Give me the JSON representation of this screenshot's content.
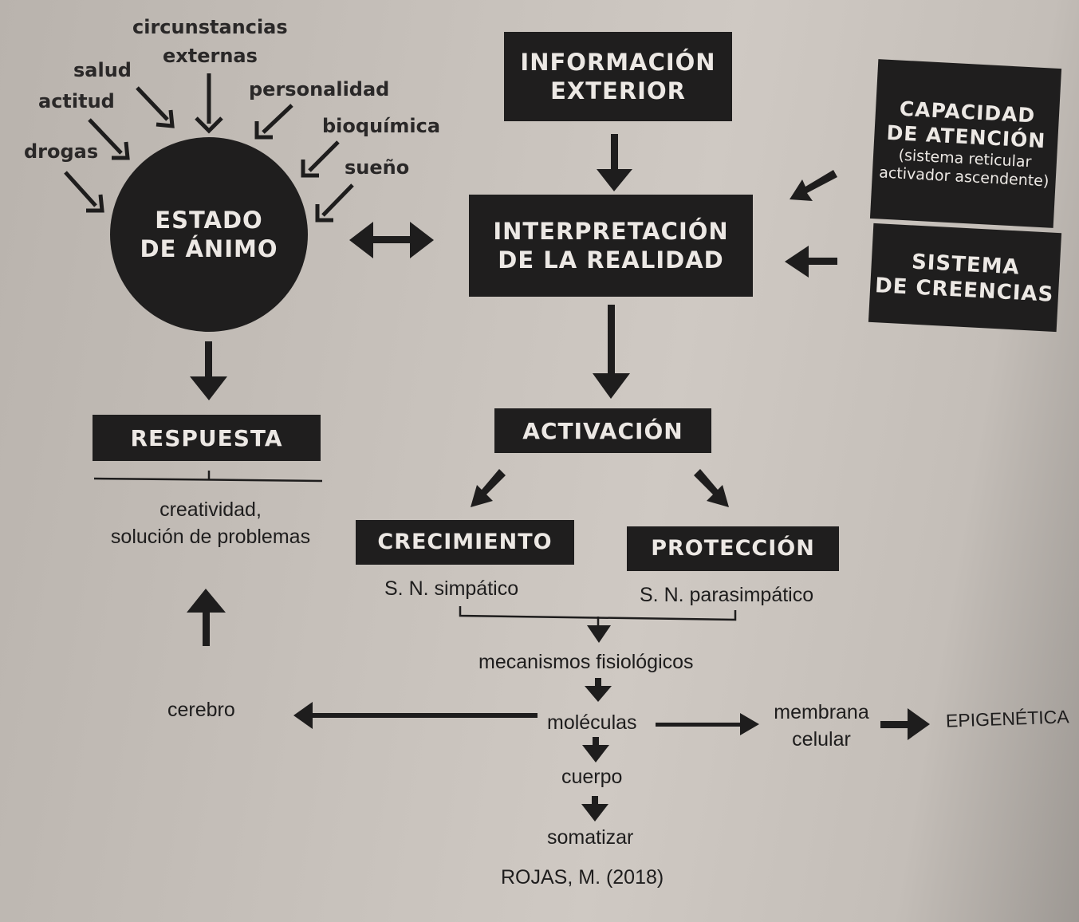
{
  "factors": {
    "circunstancias": "circunstancias",
    "externas": "externas",
    "salud": "salud",
    "personalidad": "personalidad",
    "actitud": "actitud",
    "bioquimica": "bioquímica",
    "drogas": "drogas",
    "sueno": "sueño"
  },
  "nodes": {
    "estado_l1": "ESTADO",
    "estado_l2": "DE ÁNIMO",
    "info_l1": "INFORMACIÓN",
    "info_l2": "EXTERIOR",
    "capacidad_l1": "CAPACIDAD",
    "capacidad_l2": "DE ATENCIÓN",
    "capacidad_l3": "(sistema reticular",
    "capacidad_l4": "activador ascendente)",
    "interp_l1": "INTERPRETACIÓN",
    "interp_l2": "DE LA REALIDAD",
    "creencias_l1": "SISTEMA",
    "creencias_l2": "DE CREENCIAS",
    "respuesta": "RESPUESTA",
    "activacion": "ACTIVACIÓN",
    "crecimiento": "CRECIMIENTO",
    "proteccion": "PROTECCIÓN"
  },
  "texts": {
    "creatividad_l1": "creatividad,",
    "creatividad_l2": "solución de problemas",
    "simpatico": "S. N. simpático",
    "parasimpatico": "S. N. parasimpático",
    "mecanismos": "mecanismos fisiológicos",
    "cerebro": "cerebro",
    "moleculas": "moléculas",
    "membrana_l1": "membrana",
    "membrana_l2": "celular",
    "epigenetica": "EPIGENÉTICA",
    "cuerpo": "cuerpo",
    "somatizar": "somatizar",
    "cita": "ROJAS, M. (2018)"
  },
  "colors": {
    "box": "#1f1e1e",
    "box_text": "#ece8e4",
    "paper": "#c6c0ba"
  }
}
